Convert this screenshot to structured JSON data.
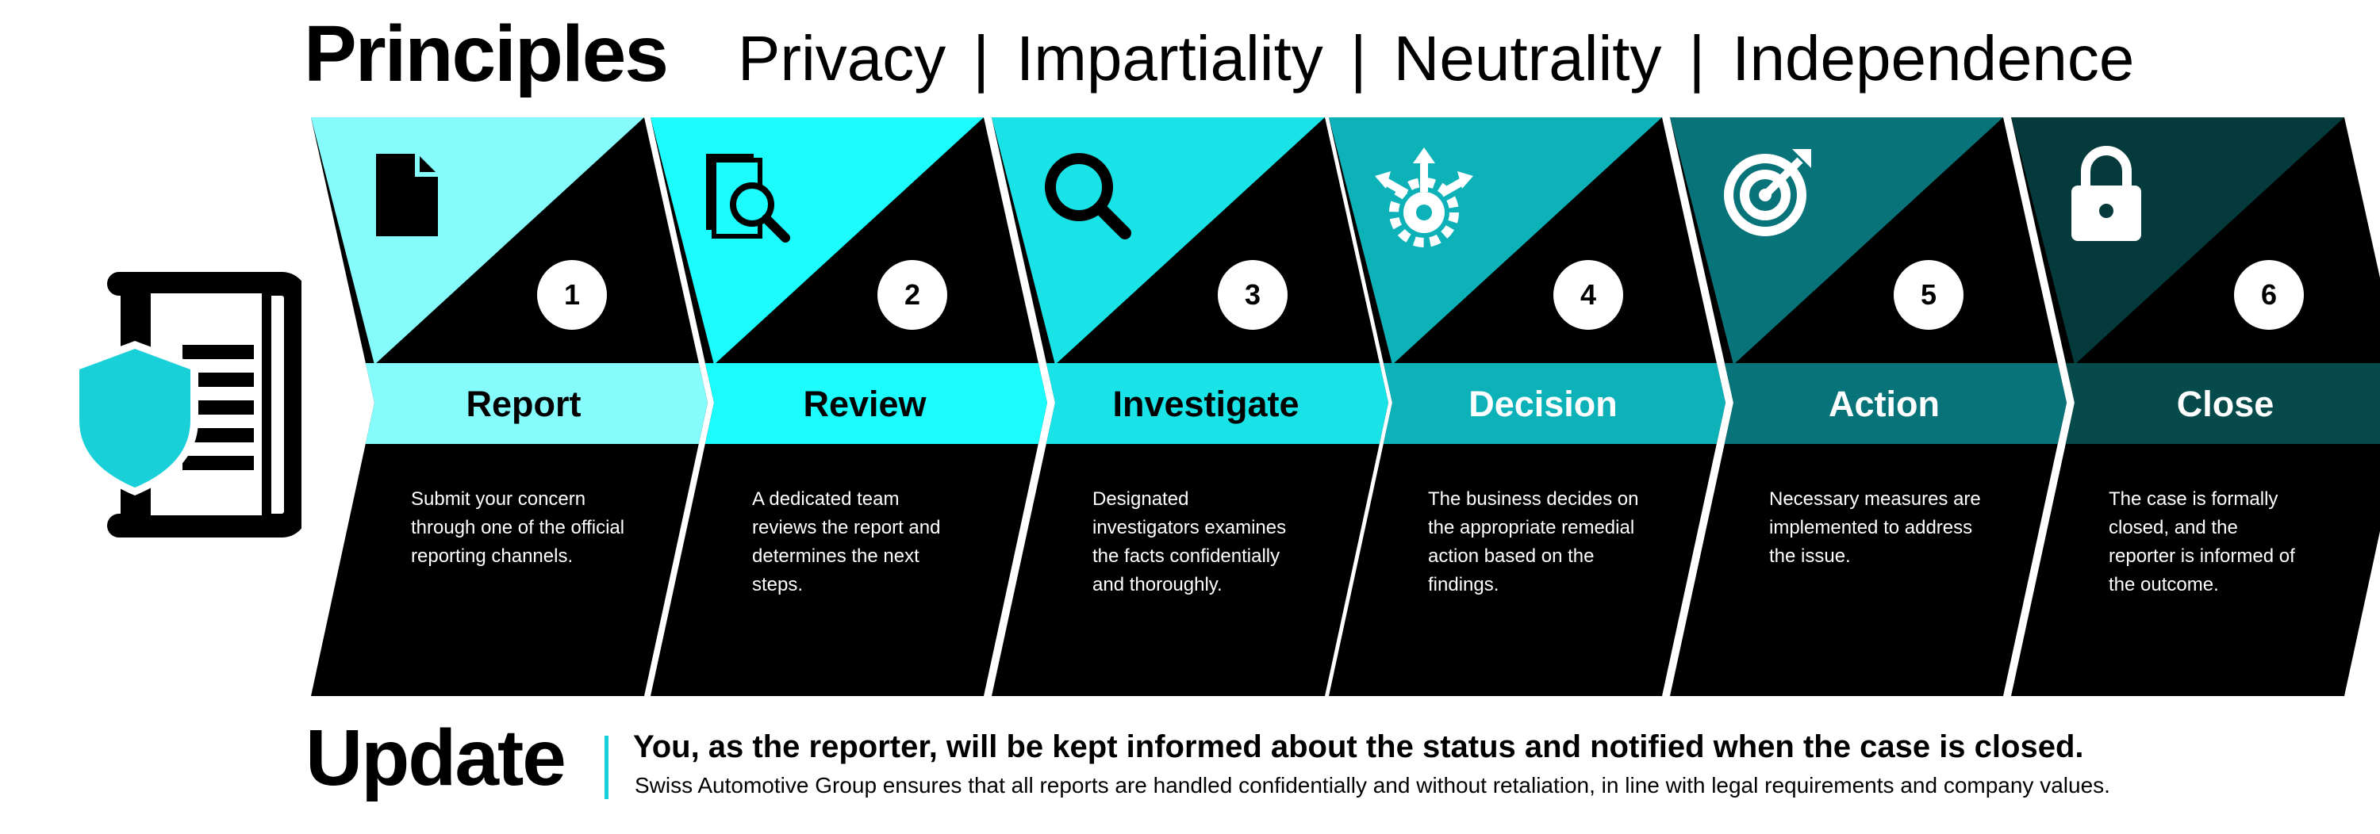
{
  "header": {
    "title": "Principles",
    "principles": [
      "Privacy",
      "Impartiality",
      "Neutrality",
      "Independence"
    ],
    "separator": "|"
  },
  "steps": [
    {
      "number": "1",
      "label": "Report",
      "description": "Submit your concern through one of the official reporting channels.",
      "icon": "document-icon",
      "color_top": "#85fbfc",
      "color_band": "#85fbfc",
      "label_color": "#000000"
    },
    {
      "number": "2",
      "label": "Review",
      "description": "A dedicated team reviews the report and determines the next steps.",
      "icon": "document-search-icon",
      "color_top": "#1cfcfd",
      "color_band": "#1cfcfd",
      "label_color": "#000000"
    },
    {
      "number": "3",
      "label": "Investigate",
      "description": "Designated investigators examines the facts confidentially and thoroughly.",
      "icon": "magnifier-icon",
      "color_top": "#19e3e6",
      "color_band": "#19e3e6",
      "label_color": "#000000"
    },
    {
      "number": "4",
      "label": "Decision",
      "description": "The business decides on the appropriate remedial action based on the findings.",
      "icon": "gear-arrows-icon",
      "color_top": "#0db1b8",
      "color_band": "#0db1b8",
      "label_color": "#ffffff"
    },
    {
      "number": "5",
      "label": "Action",
      "description": "Necessary measures are implemented to address the issue.",
      "icon": "target-arrow-icon",
      "color_top": "#087378",
      "color_band": "#087378",
      "label_color": "#ffffff"
    },
    {
      "number": "6",
      "label": "Close",
      "description": "The case is formally closed, and the reporter is informed of the outcome.",
      "icon": "padlock-icon",
      "color_top": "#053a3d",
      "color_band": "#064a4c",
      "label_color": "#ffffff"
    }
  ],
  "footer": {
    "title": "Update",
    "headline": "You, as the reporter, will be kept informed about the status and notified when the case is closed.",
    "subtext": "Swiss Automotive Group ensures that all reports are handled confidentially and without retaliation, in line with legal requirements and company values."
  },
  "left_icon": "shield-document-icon",
  "colors": {
    "dark": "#000000",
    "shield": "#1ad0d8"
  }
}
